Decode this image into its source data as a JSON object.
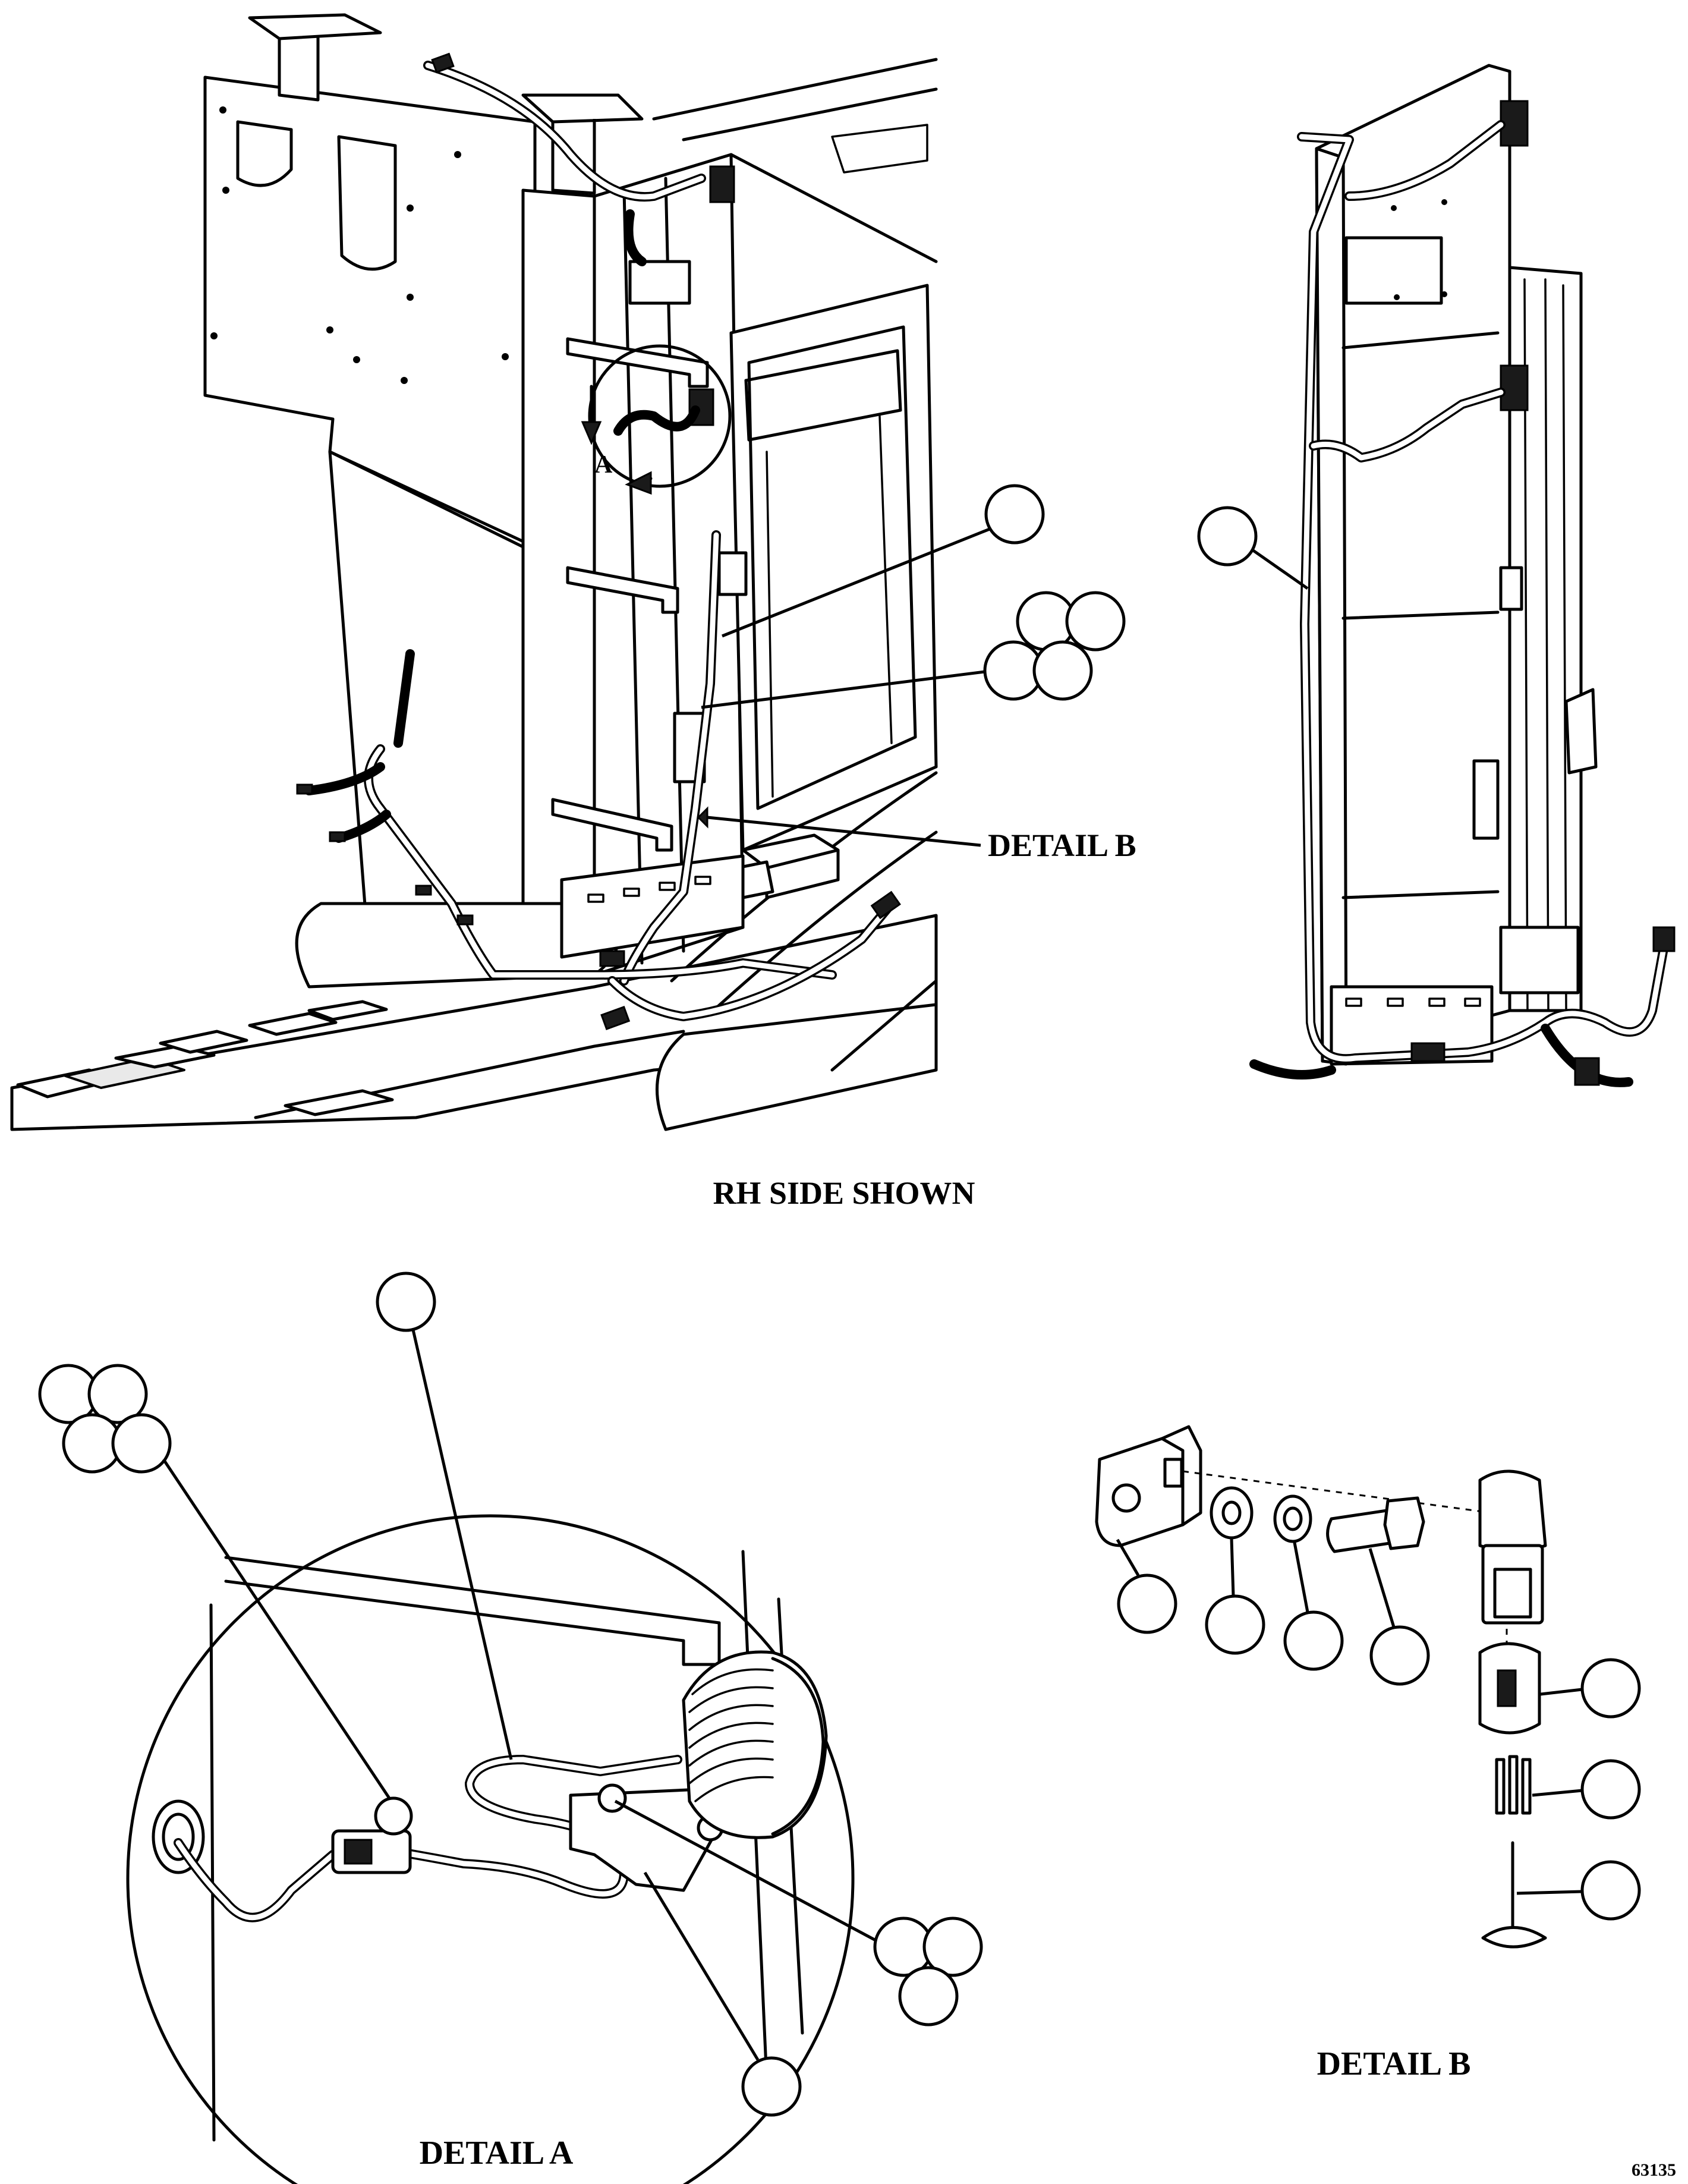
{
  "labels": {
    "rh_side_shown": "RH SIDE SHOWN",
    "detail_a": "DETAIL A",
    "detail_b": "DETAIL B",
    "detail_b_callout": "DETAIL B",
    "detail_a_marker": "A",
    "drawing_number": "63135"
  },
  "callout_bubbles": {
    "main_view": 5,
    "side_view": 1,
    "detail_a": 9,
    "detail_b": 7
  },
  "colors": {
    "line": "#000000",
    "paper": "#ffffff",
    "shade": "#e9e9e9"
  }
}
